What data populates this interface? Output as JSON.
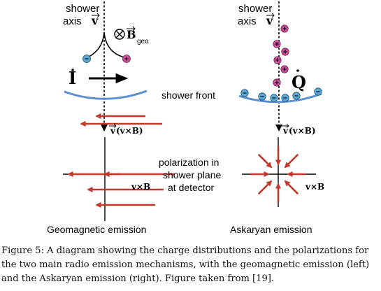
{
  "figure": {
    "left_panel": {
      "axis_word1": "shower",
      "axis_word2": "axis",
      "axis_vector": "v",
      "field_symbol": "B",
      "field_subscript": "geo",
      "current_symbol": "I",
      "upper_polarization_prefix": "v",
      "upper_polarization_paren": "(v×B)",
      "lower_polarization": "v×B",
      "title": "Geomagnetic emission"
    },
    "center": {
      "shower_front": "shower front",
      "polarization_line1": "polarization in",
      "polarization_line2": "shower plane",
      "polarization_line3": "at detector"
    },
    "right_panel": {
      "axis_word1": "shower",
      "axis_word2": "axis",
      "axis_vector": "v",
      "charge_symbol": "Q",
      "upper_polarization_prefix": "v",
      "upper_polarization_paren": "(v×B)",
      "lower_polarization": "v×B",
      "title": "Askaryan emission"
    },
    "colors": {
      "arrow_red": "#c0392b",
      "front_blue": "#5b8fd0",
      "positive_charge": "#c8509a",
      "negative_charge": "#5aa9d6"
    }
  },
  "caption": {
    "line1": "Figure 5: A diagram showing the charge distributions and the polarizations for",
    "line2": "the two main radio emission mechanisms, with the geomagnetic emission (left)",
    "line3": "and the Askaryan emission (right). Figure taken from [19]."
  }
}
